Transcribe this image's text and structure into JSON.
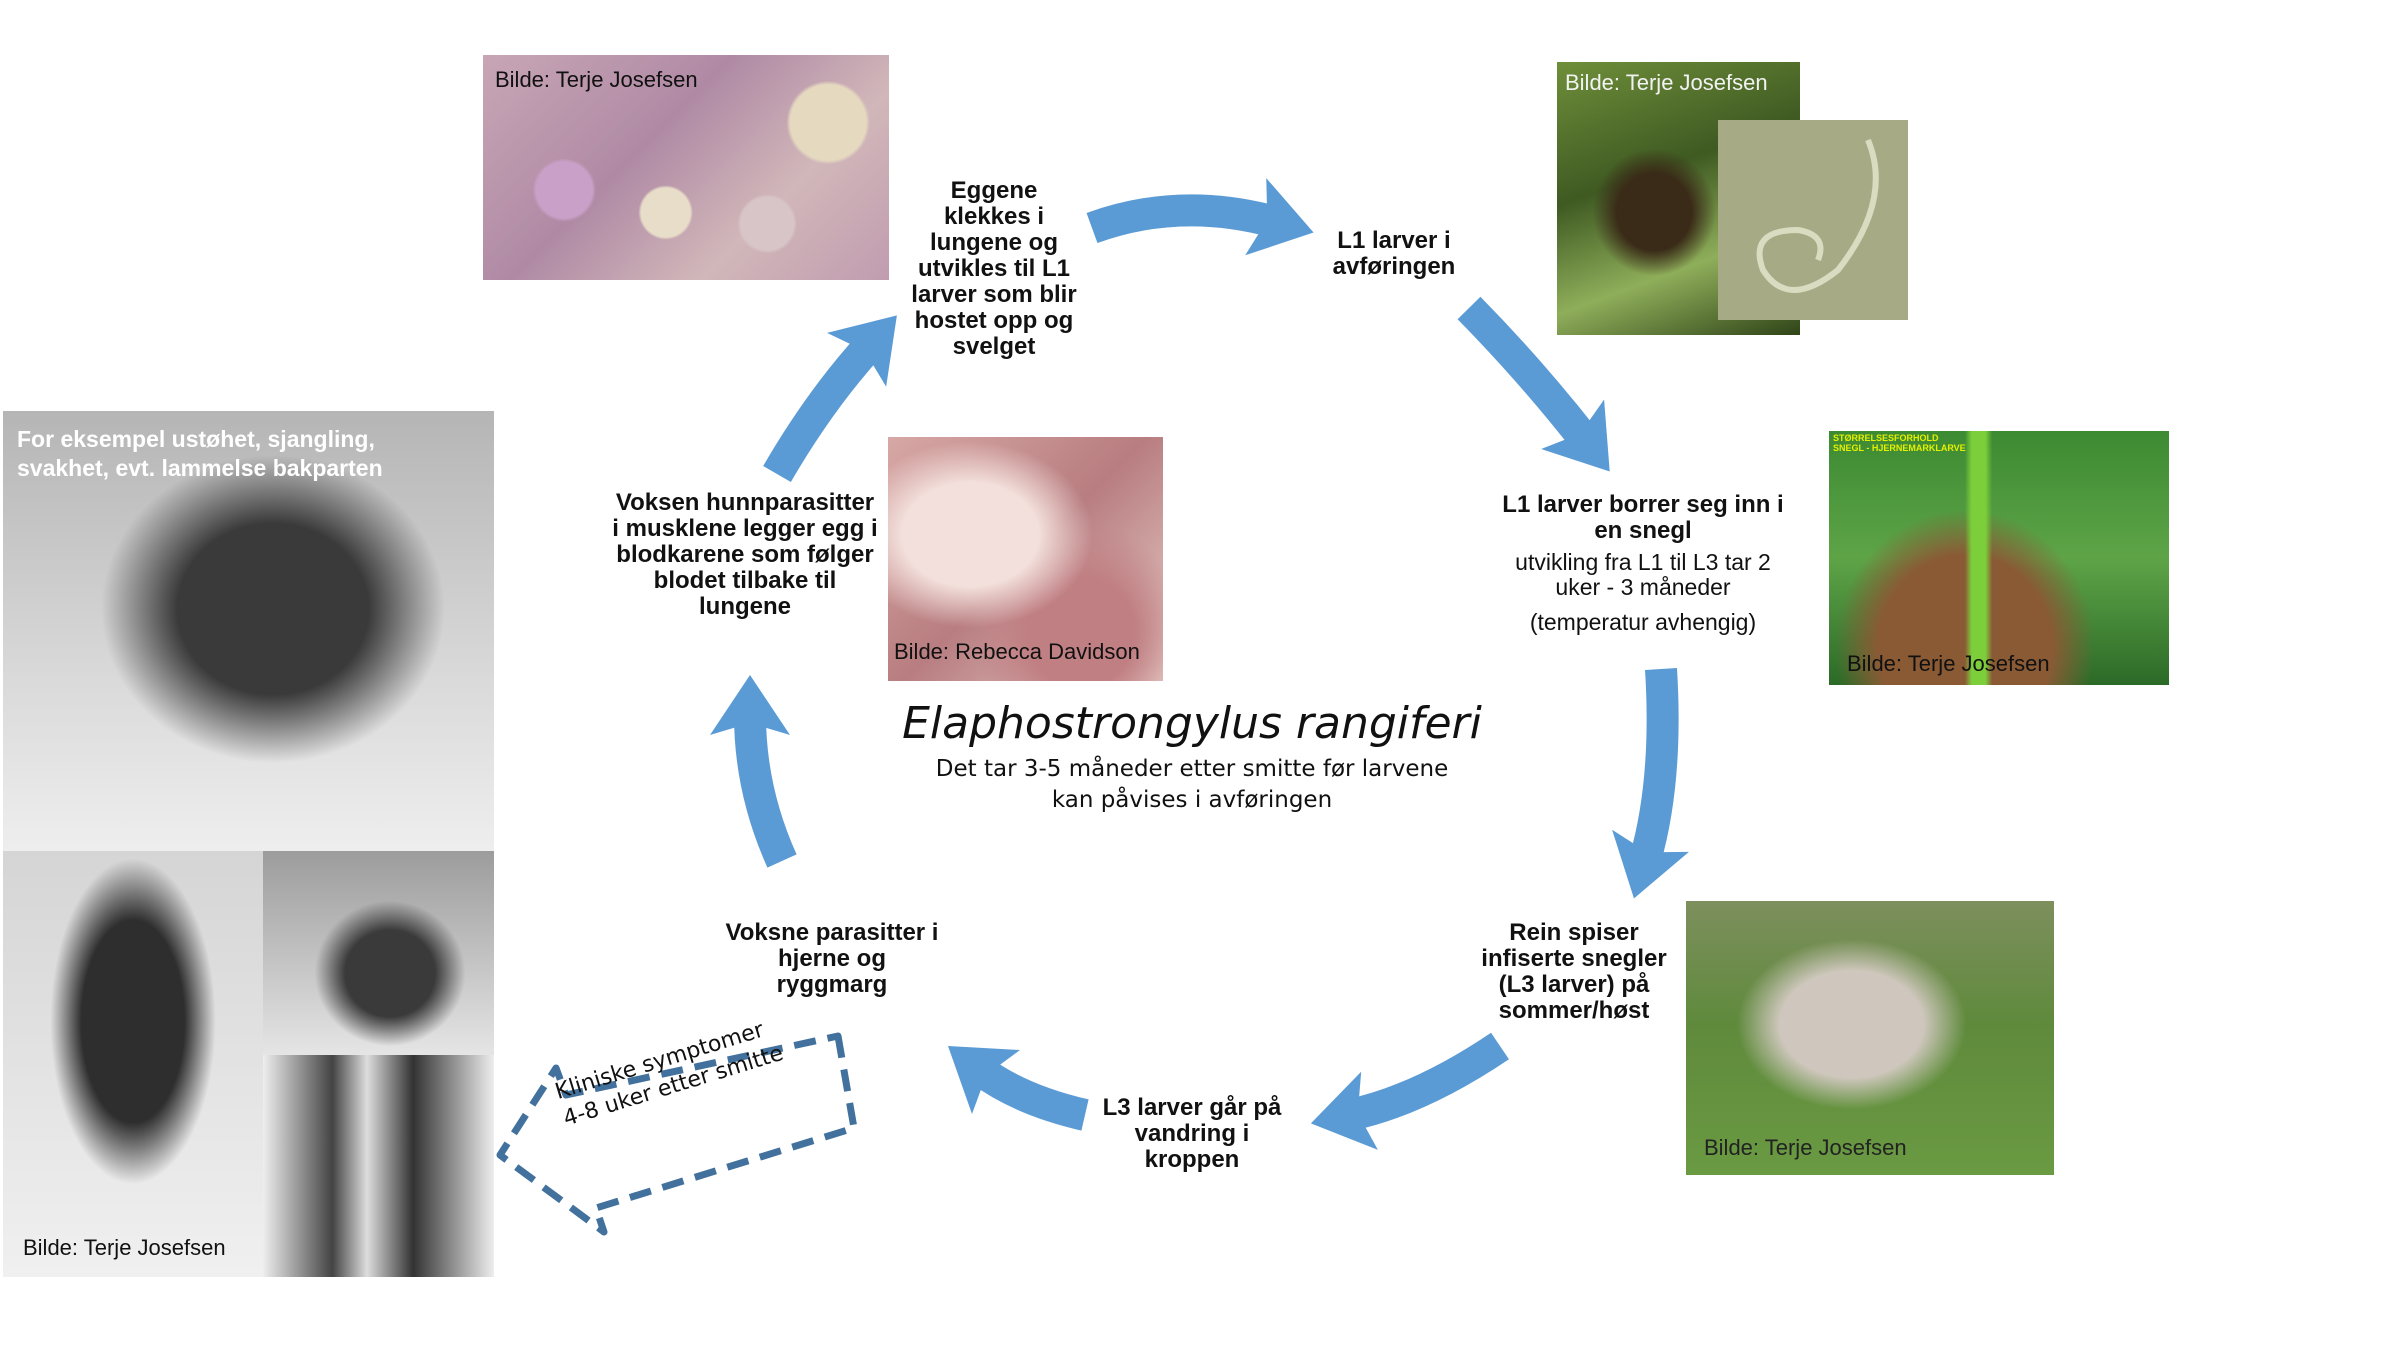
{
  "title": "Elaphostrongylus rangiferi",
  "subtitle_lines": [
    "Det tar 3-5 måneder etter smitte før larvene",
    "kan påvises i avføringen"
  ],
  "steps": {
    "eggs_hatch": "Eggene klekkes i lungene og utvikles til L1 larver som blir hostet opp og svelget",
    "l1_feces": "L1 larver i avføringen",
    "l1_snail": "L1 larver borrer seg inn i en snegl",
    "l1_snail_dev": "utvikling fra L1 til L3 tar 2 uker - 3 måneder",
    "l1_snail_temp": "(temperatur avhengig)",
    "reindeer_eats": "Rein spiser infiserte snegler (L3 larver) på sommer/høst",
    "l3_migrate": "L3 larver går på vandring i kroppen",
    "adults_brain": "Voksne parasitter i hjerne og ryggmarg",
    "female_eggs": "Voksen hunnparasitter i musklene legger egg i blodkarene som følger blodet tilbake til lungene"
  },
  "symptoms_box": {
    "line1": "Kliniske symptomer",
    "line2": "4-8 uker etter smitte"
  },
  "photos": {
    "lung_tissue_credit": "Bilde: Terje Josefsen",
    "feces_larva_credit": "Bilde: Terje Josefsen",
    "snail_credit": "Bilde: Terje Josefsen",
    "snail_label_1": "STØRRELSESFORHOLD",
    "snail_label_2": "SNEGL - HJERNEMARKLARVE",
    "muscle_credit": "Bilde: Rebecca Davidson",
    "grazing_credit": "Bilde: Terje Josefsen",
    "sick_reindeer_caption": "For eksempel ustøhet, sjangling, svakhet, evt. lammelse bakparten",
    "sick_reindeer_credit": "Bilde: Terje Josefsen"
  },
  "colors": {
    "arrow": "#5b9bd5",
    "dashed_arrow": "#41719c"
  }
}
